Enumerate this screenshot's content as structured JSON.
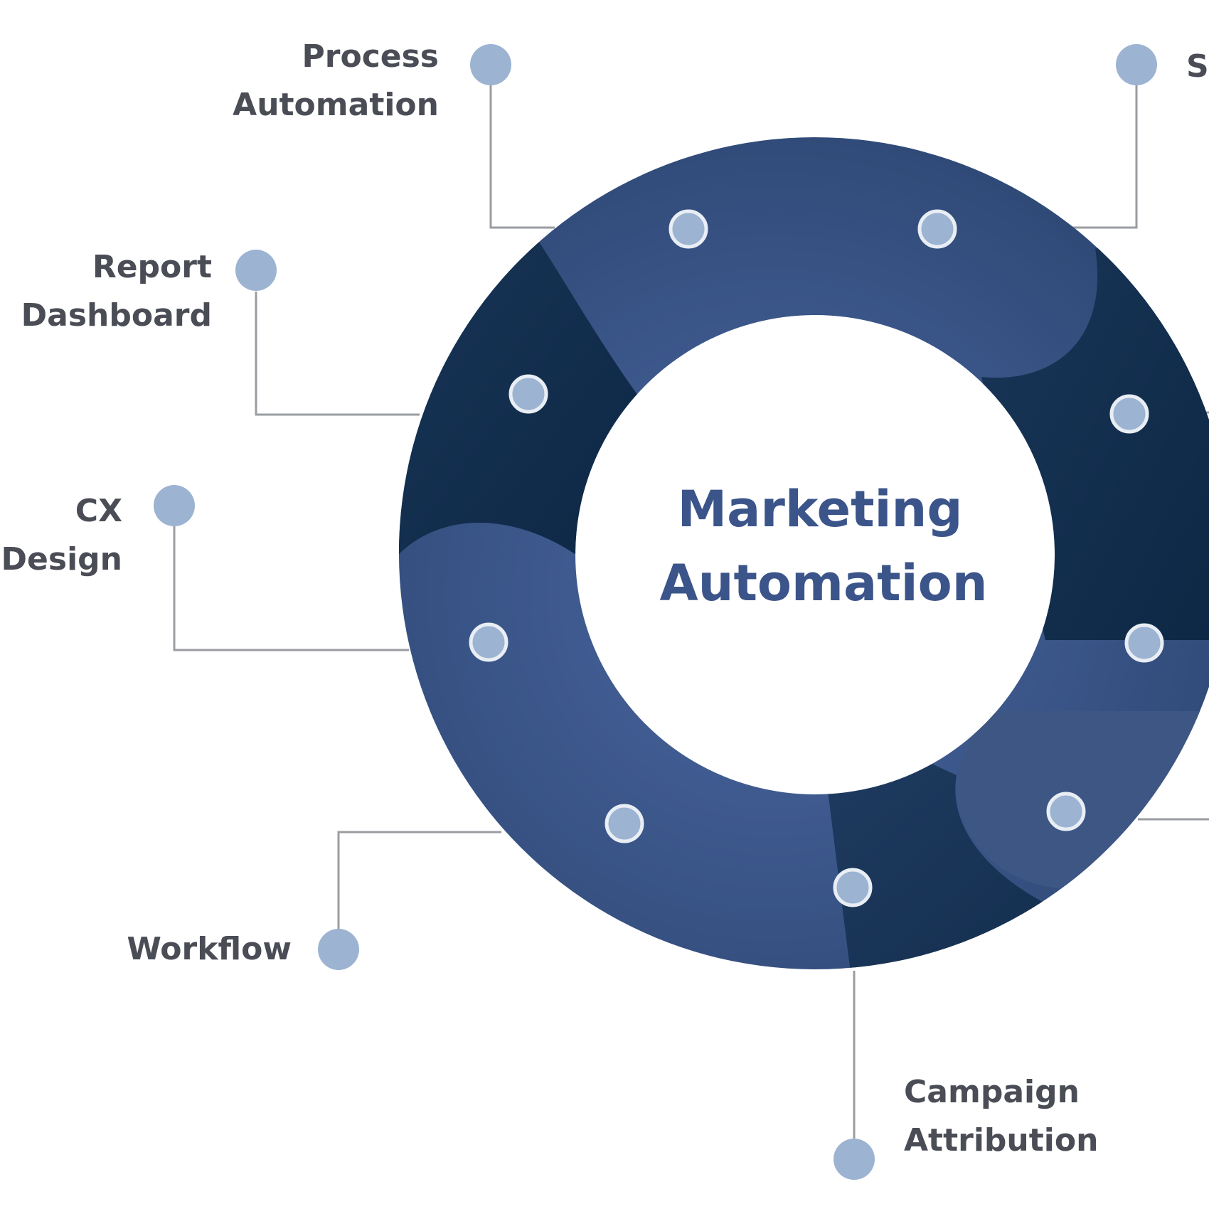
{
  "center": {
    "line1": "Marketing",
    "line2": "Automation"
  },
  "labels": {
    "process": {
      "line1": "Process",
      "line2": "Automation"
    },
    "report": {
      "line1": "Report",
      "line2": "Dashboard"
    },
    "cx": {
      "line1": "CX",
      "line2": "Design"
    },
    "workflow": {
      "line1": "Workflow"
    },
    "campaign": {
      "line1": "Campaign",
      "line2": "Attribution"
    },
    "top_right_partial": {
      "line1": "S"
    }
  },
  "colors": {
    "ring_light": "#3d5683",
    "ring_dark": "#0f2c4c",
    "dot": "#9cb3d2",
    "dot_stroke": "#e9eef5",
    "label_text": "#4a4d55",
    "center_text": "#3b558a",
    "leader": "#9a9ca2"
  }
}
